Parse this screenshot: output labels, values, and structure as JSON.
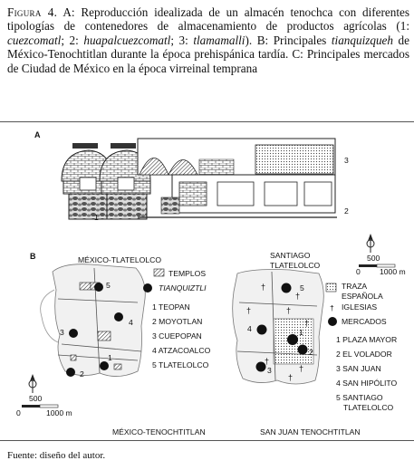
{
  "caption": {
    "figure": "Figura 4.",
    "p1": " A: Reproducción idealizada de un almacén tenochca con diferentes tipologías de contenedores de almacenamiento de productos agrícolas (1: ",
    "t1": "cuezcomatl",
    "p2": "; 2: ",
    "t2": "huapalcuezcomatl",
    "p3": "; 3: ",
    "t3": "tlamamalli",
    "p4": "). B: Principales ",
    "t4": "tianquizqueh",
    "p5": " de México-Tenochtitlan durante la época prehispánica tardía. C: Principales mercados de Ciudad de México en la época virreinal temprana"
  },
  "panel_a": {
    "letter": "A",
    "n1": "1",
    "n2": "2",
    "n3": "3"
  },
  "panel_b": {
    "letter": "B",
    "title": "MÉXICO-TLATELOLCO",
    "bottom_title": "MÉXICO-TENOCHTITLAN",
    "legend_templos": "TEMPLOS",
    "legend_tianquiztli": "TIANQUIZTLI",
    "items": [
      "1 TEOPAN",
      "2 MOYOTLAN",
      "3 CUEPOPAN",
      "4 ATZACOALCO",
      "5 TLATELOLCO"
    ],
    "map_nums": [
      "5",
      "4",
      "3",
      "1",
      "2"
    ],
    "scale_top": "500",
    "scale_bottom_left": "0",
    "scale_bottom_right": "1000 m"
  },
  "panel_c": {
    "title_l1": "SANTIAGO",
    "title_l2": "TLATELOLCO",
    "bottom_title": "SAN JUAN TENOCHTITLAN",
    "legend_traza_l1": "TRAZA",
    "legend_traza_l2": "ESPAÑOLA",
    "legend_iglesias": "IGLESIAS",
    "legend_mercados": "MERCADOS",
    "items": [
      "1 PLAZA MAYOR",
      "2 EL VOLADOR",
      "3 SAN JUAN",
      "4 SAN HIPÓLITO",
      "5 SANTIAGO",
      "TLATELOLCO"
    ],
    "map_nums": [
      "5",
      "4",
      "1",
      "2",
      "3"
    ],
    "scale_top": "500",
    "scale_bottom_left": "0",
    "scale_bottom_right": "1000 m"
  },
  "footer": {
    "fuente": "Fuente: diseño del autor."
  }
}
